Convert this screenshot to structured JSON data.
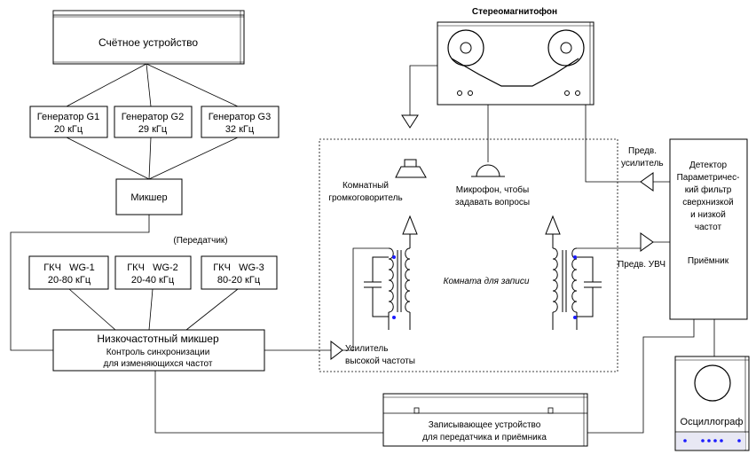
{
  "labels": {
    "counter": "Счётное устройство",
    "gen1_a": "Генератор G1",
    "gen1_b": "20 кГц",
    "gen2_a": "Генератор G2",
    "gen2_b": "29 кГц",
    "gen3_a": "Генератор G3",
    "gen3_b": "32 кГц",
    "mixer": "Микшер",
    "transmitter": "(Передатчик)",
    "gkch1_a": "ГКЧ   WG-1",
    "gkch1_b": "20-80 кГц",
    "gkch2_a": "ГКЧ   WG-2",
    "gkch2_b": "20-40 кГц",
    "gkch3_a": "ГКЧ   WG-3",
    "gkch3_b": "80-20 кГц",
    "lf_mixer": "Низкочастотный микшер",
    "lf_sync_1": "Контроль синхронизации",
    "lf_sync_2": "для изменяющихся частот",
    "tape": "Стереомагнитофон",
    "speaker_1": "Комнатный",
    "speaker_2": "громкоговоритель",
    "mic_1": "Микрофон, чтобы",
    "mic_2": "задавать вопросы",
    "room": "Комната для записи",
    "hf_amp_1": "Усилитель",
    "hf_amp_2": "высокой частоты",
    "pre_amp_1": "Предв.",
    "pre_amp_2": "усилитель",
    "pre_uvch": "Предв. УВЧ",
    "detector_1": "Детектор",
    "detector_2": "Параметричес-",
    "detector_3": "кий фильтр",
    "detector_4": "сверхнизкой",
    "detector_5": "и низкой",
    "detector_6": "частот",
    "receiver": "Приёмник",
    "recorder_1": "Записывающее устройство",
    "recorder_2": "для передатчика и приёмника",
    "scope": "Осциллограф"
  }
}
